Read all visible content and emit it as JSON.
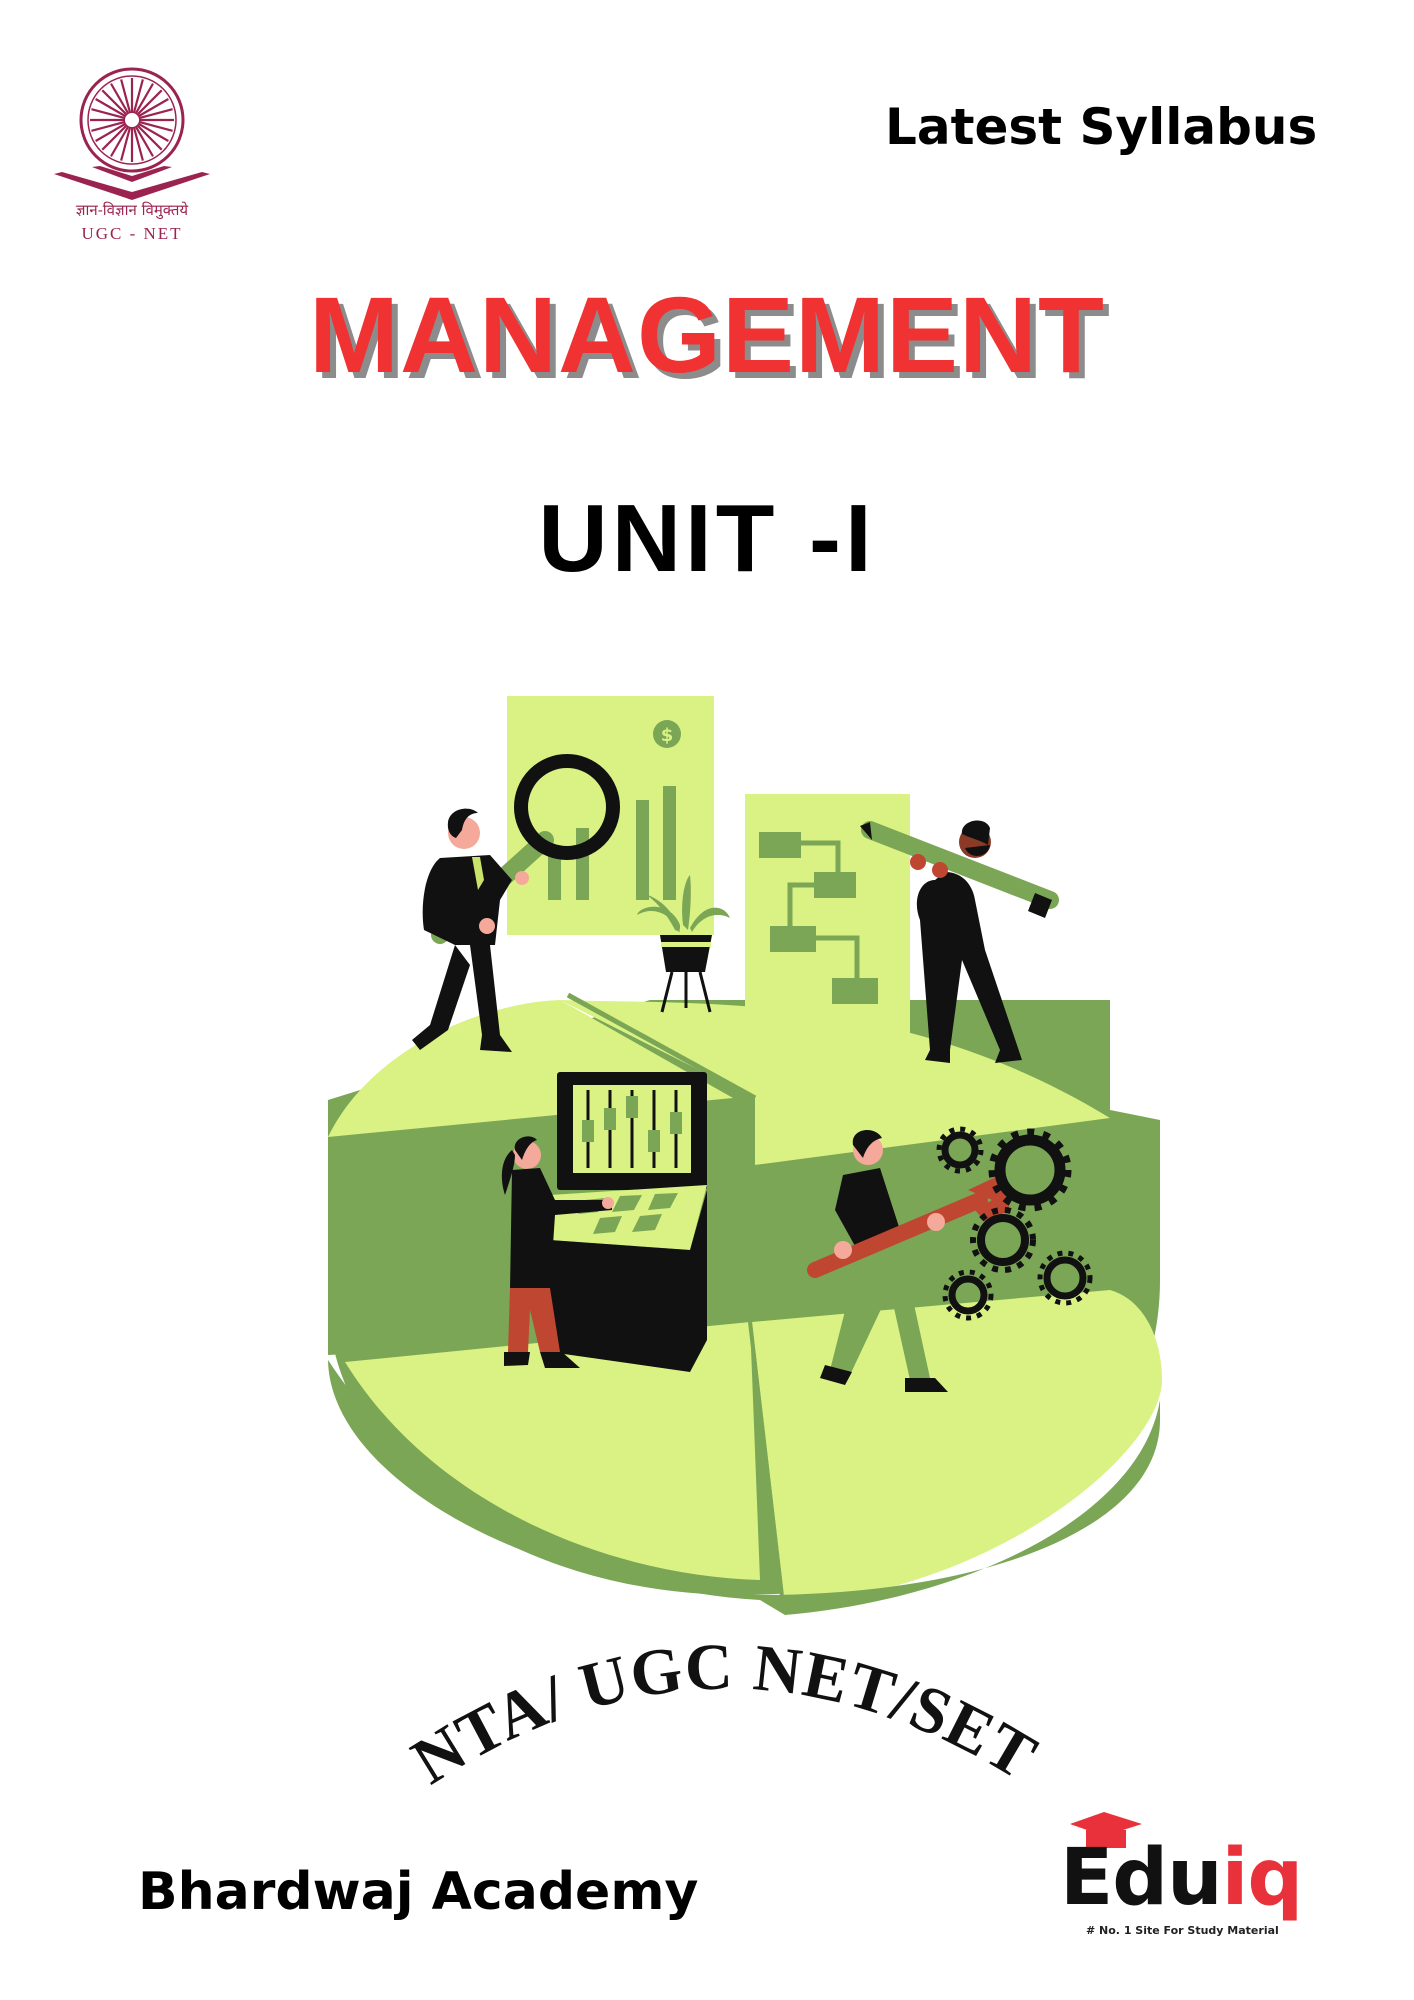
{
  "header": {
    "logo": {
      "emblem_icon": "ashoka-chakra-book-icon",
      "motto_hindi": "ज्ञान-विज्ञान विमुक्तये",
      "name": "UGC - NET",
      "color": "#9b2350"
    },
    "badge_text": "Latest Syllabus"
  },
  "cover": {
    "subject": "MANAGEMENT",
    "unit": "UNIT -I",
    "subject_color": "#f03232",
    "subject_shadow_color": "#8c8c8c"
  },
  "illustration": {
    "description": "3D pie chart with business people analysing charts, flowchart, control panel and gears",
    "icons": [
      "magnifier-icon",
      "bar-chart-icon",
      "dollar-icon",
      "flowchart-icon",
      "pencil-icon",
      "plant-icon",
      "control-panel-icon",
      "wrench-icon",
      "gear-icon"
    ],
    "colors": {
      "light_green": "#d9f283",
      "dark_green": "#7ba656",
      "rust": "#bf4630",
      "skin": "#f4a99a",
      "dark_skin": "#8a3a26"
    }
  },
  "exam": {
    "arched_title": "NTA/ UGC NET/SET"
  },
  "footer": {
    "publisher": "Bhardwaj Academy",
    "brand": {
      "part1": "Edu",
      "part2": "iq",
      "tagline": "# No. 1 Site For Study Material",
      "accent": "#e8313a",
      "cap_icon": "graduation-cap-icon"
    }
  }
}
